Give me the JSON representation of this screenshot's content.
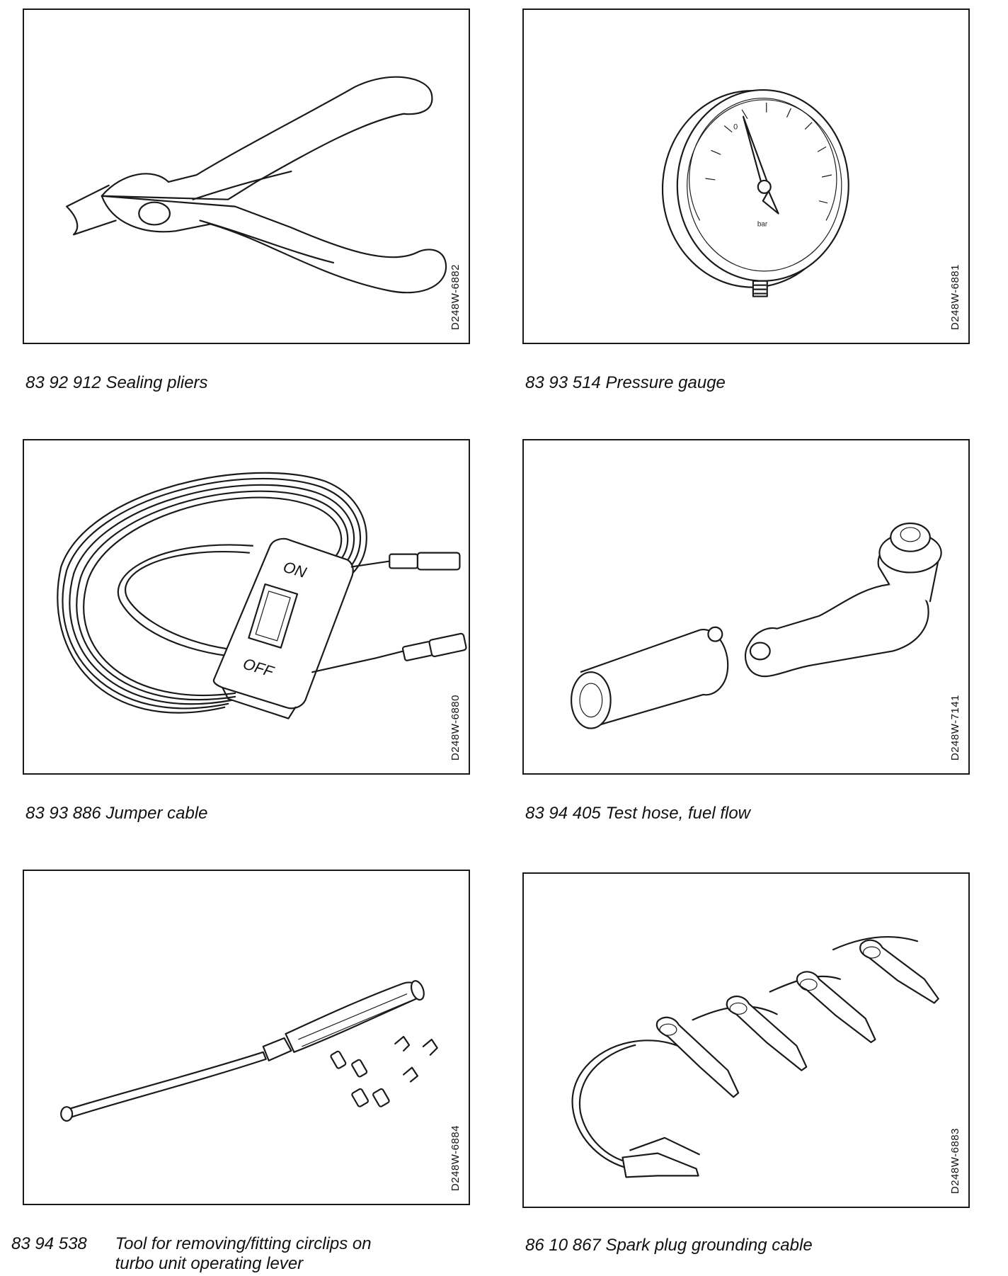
{
  "tools": [
    {
      "part_no": "83 92 912",
      "desc": "Sealing pliers",
      "figure_code": "D248W-6882",
      "icon": "pliers-icon"
    },
    {
      "part_no": "83 93 514",
      "desc": "Pressure gauge",
      "figure_code": "D248W-6881",
      "icon": "pressure-gauge-icon"
    },
    {
      "part_no": "83 93 886",
      "desc": "Jumper cable",
      "figure_code": "D248W-6880",
      "icon": "jumper-cable-icon"
    },
    {
      "part_no": "83 94 405",
      "desc": "Test hose, fuel flow",
      "figure_code": "D248W-7141",
      "icon": "test-hose-icon"
    },
    {
      "part_no": "83 94 538",
      "desc_line1": "Tool for removing/fitting circlips on",
      "desc_line2": "turbo unit operating lever",
      "figure_code": "D248W-6884",
      "icon": "circlip-tool-icon"
    },
    {
      "part_no": "86 10 867",
      "desc": "Spark plug grounding cable",
      "figure_code": "D248W-6883",
      "icon": "grounding-cable-icon"
    }
  ],
  "switch_labels": {
    "on": "ON",
    "off": "OFF"
  },
  "gauge_labels": {
    "zero": "0",
    "unit": "bar"
  }
}
